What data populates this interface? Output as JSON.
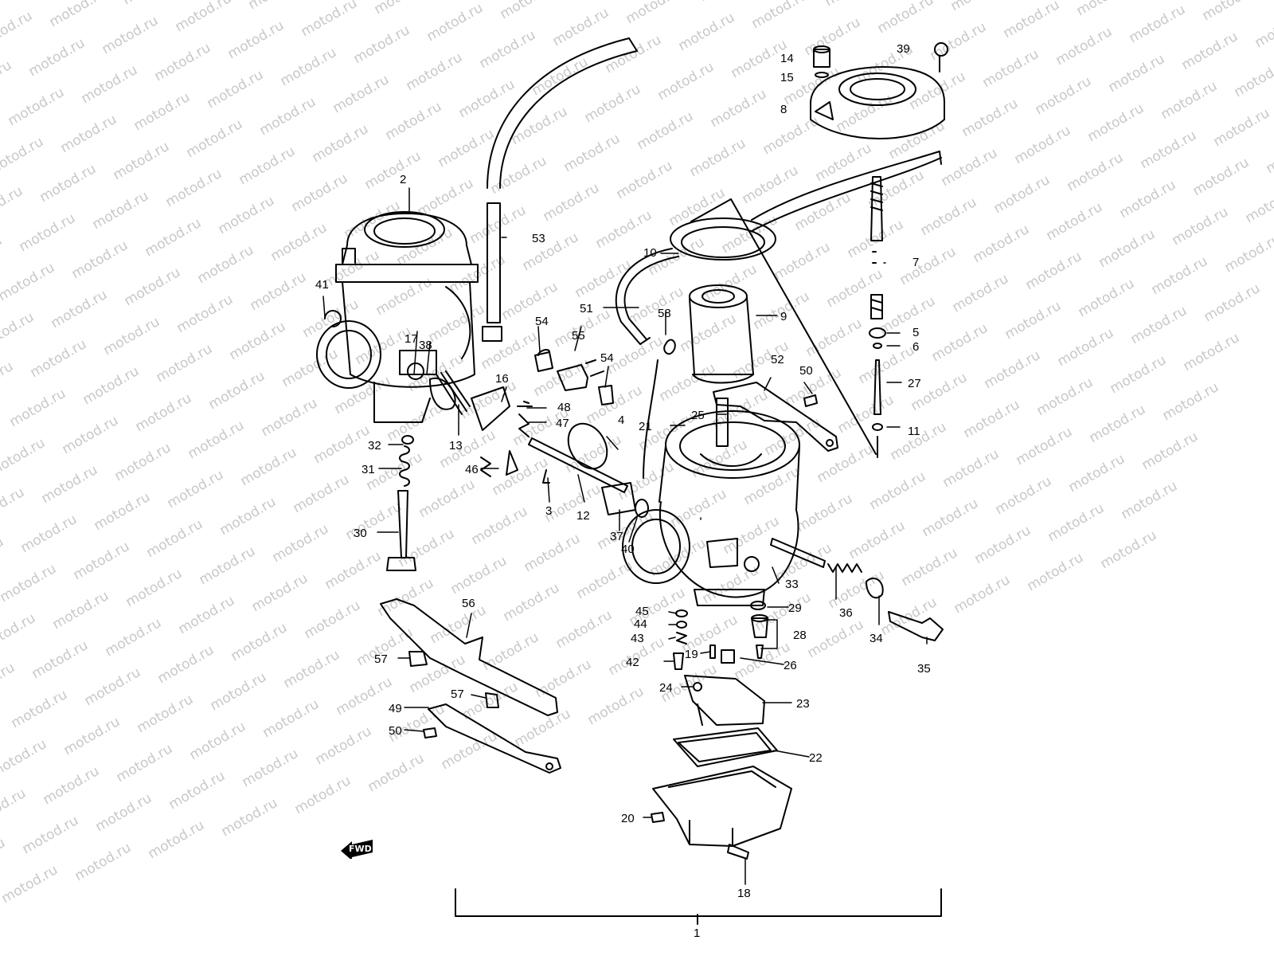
{
  "watermark": "motod.ru",
  "fwd_badge": "FWD",
  "callouts": [
    "1",
    "2",
    "3",
    "4",
    "5",
    "6",
    "7",
    "8",
    "9",
    "10",
    "11",
    "12",
    "13",
    "14",
    "15",
    "16",
    "17",
    "38",
    "18",
    "19",
    "20",
    "21",
    "22",
    "23",
    "24",
    "25",
    "26",
    "27",
    "28",
    "29",
    "30",
    "31",
    "32",
    "33",
    "34",
    "35",
    "36",
    "37",
    "39",
    "40",
    "41",
    "42",
    "43",
    "44",
    "45",
    "46",
    "47",
    "48",
    "49",
    "50",
    "50",
    "51",
    "52",
    "53",
    "54",
    "54",
    "55",
    "56",
    "57",
    "57",
    "58"
  ],
  "colors": {
    "line": "#000000",
    "watermark": "#c8c8c8",
    "background": "#ffffff"
  }
}
